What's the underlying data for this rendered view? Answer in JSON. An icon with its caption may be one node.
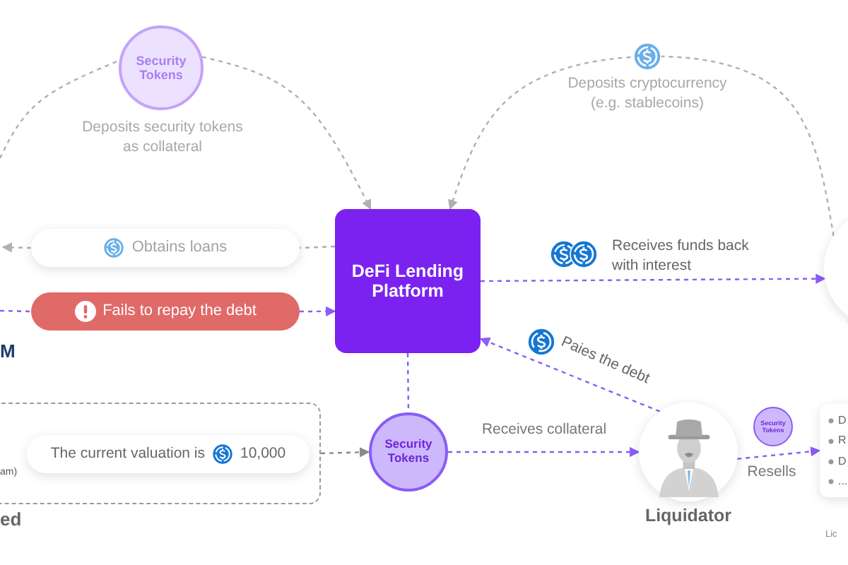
{
  "diagram": {
    "nodes": [
      {
        "text": [
          "Security Tokens"
        ],
        "beside": [
          "Deposits security tokens as collateral"
        ]
      },
      {
        "text": [
          "DeFi Lending Platform"
        ]
      },
      {
        "text": [
          "Obtains loans"
        ]
      },
      {
        "text": [
          "Fails to repay the debt"
        ]
      },
      {
        "text": [],
        "shape": "box"
      },
      {
        "text": [
          "The current valuation is",
          "10,000"
        ],
        "in": 4
      },
      {
        "text": [
          "Security Tokens"
        ]
      },
      {
        "text": [
          "Liquidator"
        ]
      },
      {
        "text": [
          "Security Tokens"
        ]
      },
      {
        "text": [
          "D",
          "R",
          "D",
          "..."
        ]
      },
      {
        "text": [],
        "shape": "circle"
      }
    ],
    "edges": [
      {
        "from": null,
        "to": 0,
        "arrow": "none",
        "color": "#b0b0b0"
      },
      {
        "from": 0,
        "to": 1,
        "arrow": "to",
        "color": "#b0b0b0"
      },
      {
        "from": 10,
        "to": 1,
        "arrow": "to",
        "label": "Deposits cryptocurrency (e.g. stablecoins)",
        "color": "#b0b0b0"
      },
      {
        "from": 1,
        "to": 2,
        "arrow": "none",
        "color": "#b0b0b0"
      },
      {
        "from": 2,
        "to": null,
        "arrow": "to",
        "color": "#b0b0b0"
      },
      {
        "from": null,
        "to": 3,
        "arrow": "none"
      },
      {
        "from": 3,
        "to": 1,
        "arrow": "to"
      },
      {
        "from": 1,
        "to": 6,
        "arrow": "none"
      },
      {
        "from": 4,
        "to": 6,
        "arrow": "to",
        "color": "#8a8a8a"
      },
      {
        "from": 6,
        "to": 7,
        "arrow": "to",
        "label": "Receives collateral"
      },
      {
        "from": 7,
        "to": 1,
        "arrow": "to",
        "label": "Paies the debt"
      },
      {
        "from": 7,
        "to": 9,
        "arrow": "to",
        "label": "Resells"
      },
      {
        "from": 1,
        "to": 10,
        "arrow": "to",
        "label": "Receives funds back with interest"
      }
    ],
    "labels": [
      "M",
      "am)",
      "ed",
      "Lic"
    ]
  }
}
